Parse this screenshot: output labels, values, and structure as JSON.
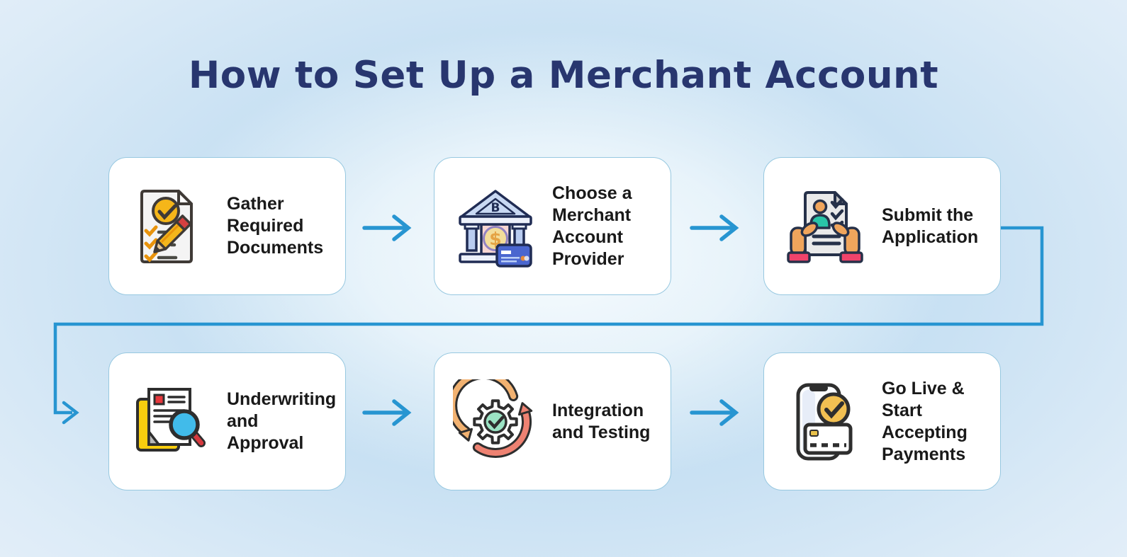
{
  "title": "How to Set Up a Merchant Account",
  "steps": [
    {
      "label": "Gather\nRequired\nDocuments",
      "icon": "checklist-document-icon"
    },
    {
      "label": "Choose a\nMerchant\nAccount\nProvider",
      "icon": "bank-building-icon"
    },
    {
      "label": "Submit the\nApplication",
      "icon": "hands-holding-application-icon"
    },
    {
      "label": "Underwriting\nand Approval",
      "icon": "document-magnifier-icon"
    },
    {
      "label": "Integration\nand Testing",
      "icon": "gear-cycle-icon"
    },
    {
      "label": "Go Live &\nStart\nAccepting\nPayments",
      "icon": "phone-payment-check-icon"
    }
  ],
  "colors": {
    "background_base": "#e9f1fa",
    "background_glow": "#bddcf0",
    "title_text": "#28366f",
    "card_background": "#ffffff",
    "card_border": "#97c8e0",
    "card_text": "#191919",
    "flow_arrow": "#2795d1"
  }
}
